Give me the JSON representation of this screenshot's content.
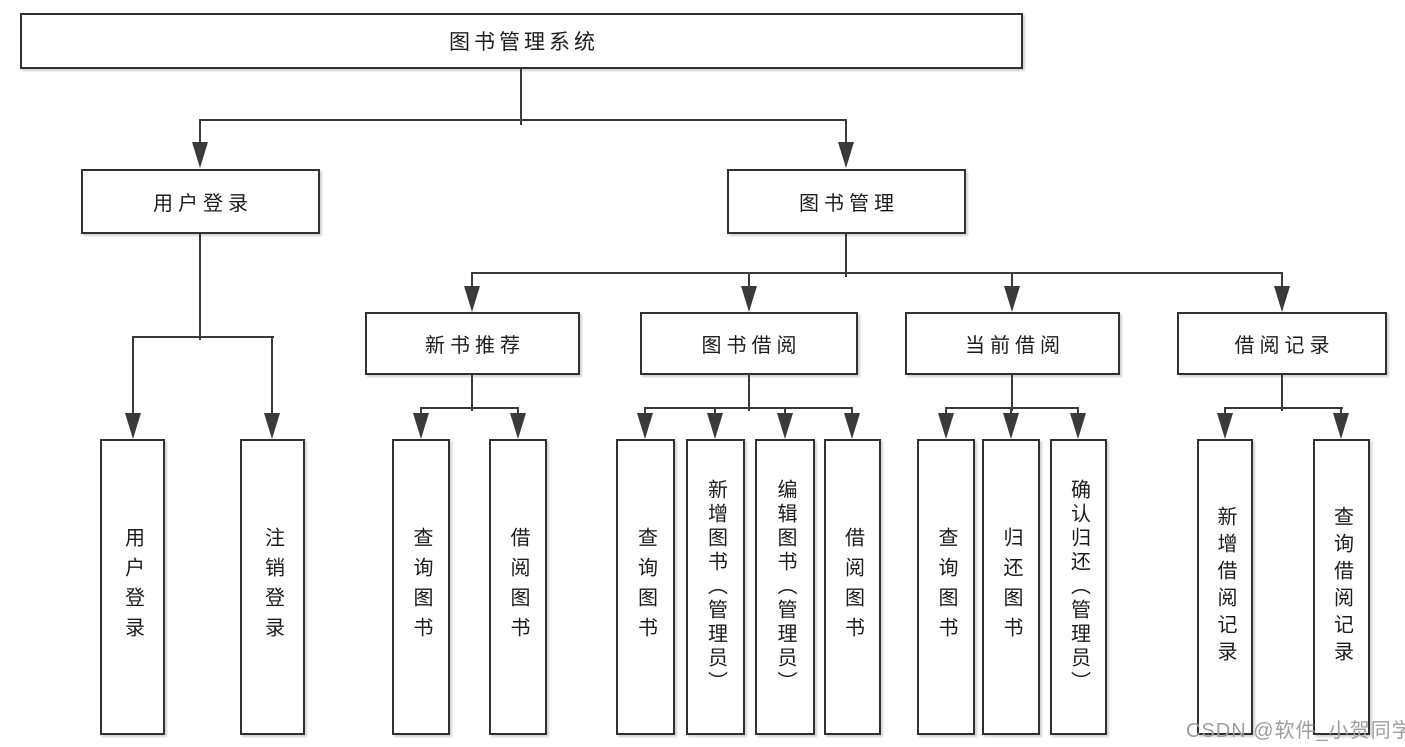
{
  "diagram": {
    "root": {
      "label": "图书管理系统"
    },
    "level2": {
      "user_login": {
        "label": "用户登录"
      },
      "book_mgmt": {
        "label": "图书管理"
      }
    },
    "level3": {
      "new_books": {
        "label": "新书推荐"
      },
      "book_borrow": {
        "label": "图书借阅"
      },
      "current_borrow": {
        "label": "当前借阅"
      },
      "borrow_records": {
        "label": "借阅记录"
      }
    },
    "leaves": {
      "user_login_leaf": {
        "label": "用户登录"
      },
      "logout_leaf": {
        "label": "注销登录"
      },
      "query_books_recommend": {
        "label": "查询图书"
      },
      "borrow_books_recommend": {
        "label": "借阅图书"
      },
      "query_books_borrow": {
        "label": "查询图书"
      },
      "add_books_admin": {
        "label": "新增图书（管理员）"
      },
      "edit_books_admin": {
        "label": "编辑图书（管理员）"
      },
      "borrow_books_borrow": {
        "label": "借阅图书"
      },
      "query_books_current": {
        "label": "查询图书"
      },
      "return_books": {
        "label": "归还图书"
      },
      "confirm_return_admin": {
        "label": "确认归还（管理员）"
      },
      "add_borrow_record": {
        "label": "新增借阅记录"
      },
      "query_borrow_record": {
        "label": "查询借阅记录"
      }
    },
    "watermark": "CSDN @软件_小贺同学"
  }
}
